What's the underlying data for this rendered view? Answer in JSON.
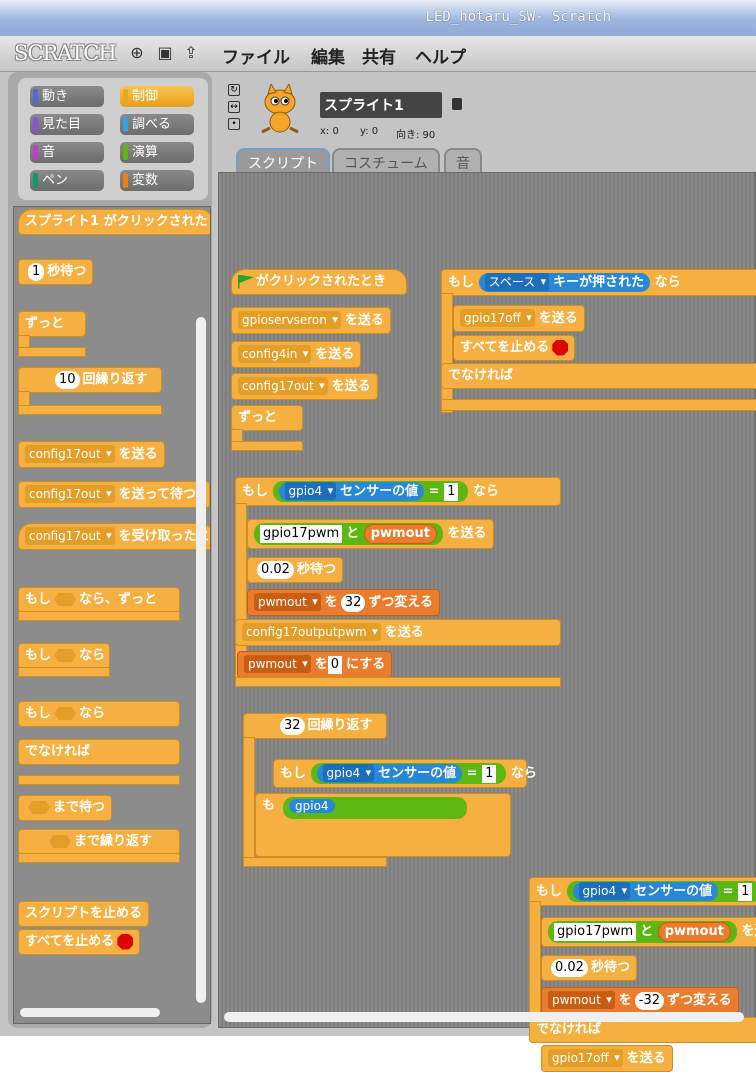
{
  "window": {
    "title": "LED_hotaru_SW- Scratch"
  },
  "menubar": {
    "logo": "SCRATCH",
    "items": [
      "ファイル",
      "編集",
      "共有",
      "ヘルプ"
    ]
  },
  "categories": [
    {
      "label": "動き",
      "color": "#4a6cd4",
      "selected": false
    },
    {
      "label": "制御",
      "color": "#e6a822",
      "selected": true
    },
    {
      "label": "見た目",
      "color": "#8a55d7",
      "selected": false
    },
    {
      "label": "調べる",
      "color": "#2ca5e2",
      "selected": false
    },
    {
      "label": "音",
      "color": "#bb42c3",
      "selected": false
    },
    {
      "label": "演算",
      "color": "#5cb712",
      "selected": false
    },
    {
      "label": "ペン",
      "color": "#0e9a6c",
      "selected": false
    },
    {
      "label": "変数",
      "color": "#ee7d16",
      "selected": false
    }
  ],
  "sprite": {
    "name": "スプライト1",
    "x_label": "x: 0",
    "y_label": "y: 0",
    "direction_label": "向き: 90"
  },
  "tabs": [
    "スクリプト",
    "コスチューム",
    "音"
  ],
  "palette": {
    "when_sprite_clicked": "スプライト1 がクリックされた",
    "wait_num": "1",
    "wait_label": "秒待つ",
    "forever": "ずっと",
    "repeat_num": "10",
    "repeat_label": "回繰り返す",
    "broadcast_val": "config17out",
    "broadcast_label": "を送る",
    "broadcast_wait_val": "config17out",
    "broadcast_wait_label": "を送って待つ",
    "when_receive_val": "config17out",
    "when_receive_label": "を受け取ったと",
    "if_forever_a": "もし",
    "if_forever_b": "なら、ずっと",
    "if_a": "もし",
    "if_b": "なら",
    "ifelse_a": "もし",
    "ifelse_b": "なら",
    "else_label": "でなければ",
    "wait_until": "まで待つ",
    "repeat_until": "まで繰り返す",
    "stop_script": "スクリプトを止める",
    "stop_all": "すべてを止める"
  },
  "scripts": {
    "flag_hat": "がクリックされたとき",
    "send1": "gpioservseron",
    "send2": "config4in",
    "send3": "config17out",
    "send_label": "を送る",
    "forever": "ずっと",
    "if1_label": "もし",
    "sensor_name": "gpio4",
    "sensor_label": "センサーの値",
    "eq": "=",
    "eq_val": "1",
    "then_label": "なら",
    "join_text": "gpio17pwm",
    "join_label": "と",
    "var_pwm": "pwmout",
    "wait_val": "0.02",
    "wait_label": "秒待つ",
    "change_label_a": "を",
    "change_val": "32",
    "change_label_b": "ずつ変える",
    "send_pwm": "config17outputpwm",
    "set_label_a": "を",
    "set_val": "0",
    "set_label_b": "にする",
    "repeat_val": "32",
    "repeat_label": "回繰り返す",
    "key_if": "もし",
    "key_name": "スペース",
    "key_label": "キーが押された",
    "key_then": "なら",
    "send_off": "gpio17off",
    "stop_all": "すべてを止める",
    "else_label": "でなければ",
    "change_val_neg": "-32",
    "partial_if": "も",
    "partial_sensor": "gpio4"
  }
}
